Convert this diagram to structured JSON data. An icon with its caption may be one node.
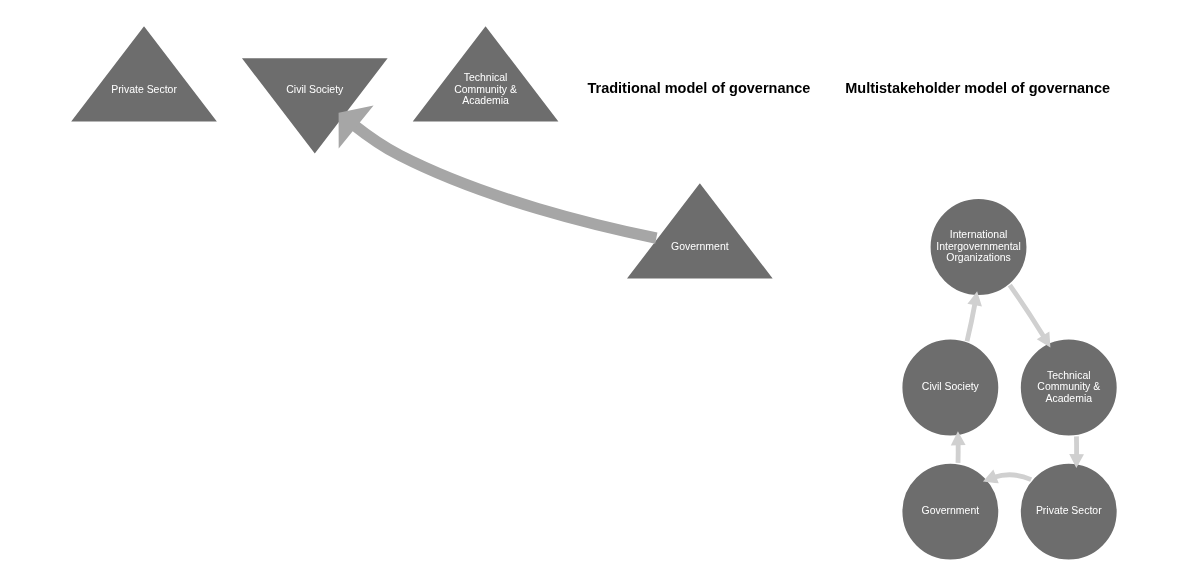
{
  "diagram": {
    "nodes": [
      {
        "text": [
          "Government"
        ]
      },
      {
        "text": [
          "Private Sector"
        ]
      },
      {
        "text": [
          "Civil Society"
        ]
      },
      {
        "text": [
          "Technical Community & Academia"
        ]
      },
      {
        "text": [
          "International Intergovernmental Organizations"
        ]
      },
      {
        "text": [
          "Civil Society"
        ]
      },
      {
        "text": [
          "Technical Community & Academia"
        ]
      },
      {
        "text": [
          "Government"
        ]
      },
      {
        "text": [
          "Private Sector"
        ]
      }
    ],
    "edges": [
      {
        "from": 0,
        "to": 2,
        "arrow": "to",
        "style": "thick",
        "color": "#a6a6a6"
      },
      {
        "from": 5,
        "to": 4,
        "arrow": "to"
      },
      {
        "from": 4,
        "to": 6,
        "arrow": "to"
      },
      {
        "from": 6,
        "to": 8,
        "arrow": "to"
      },
      {
        "from": 8,
        "to": 7,
        "arrow": "to"
      },
      {
        "from": 7,
        "to": 5,
        "arrow": "to"
      }
    ],
    "labels": [
      "Traditional model of governance",
      "Multistakeholder model of governance"
    ]
  }
}
